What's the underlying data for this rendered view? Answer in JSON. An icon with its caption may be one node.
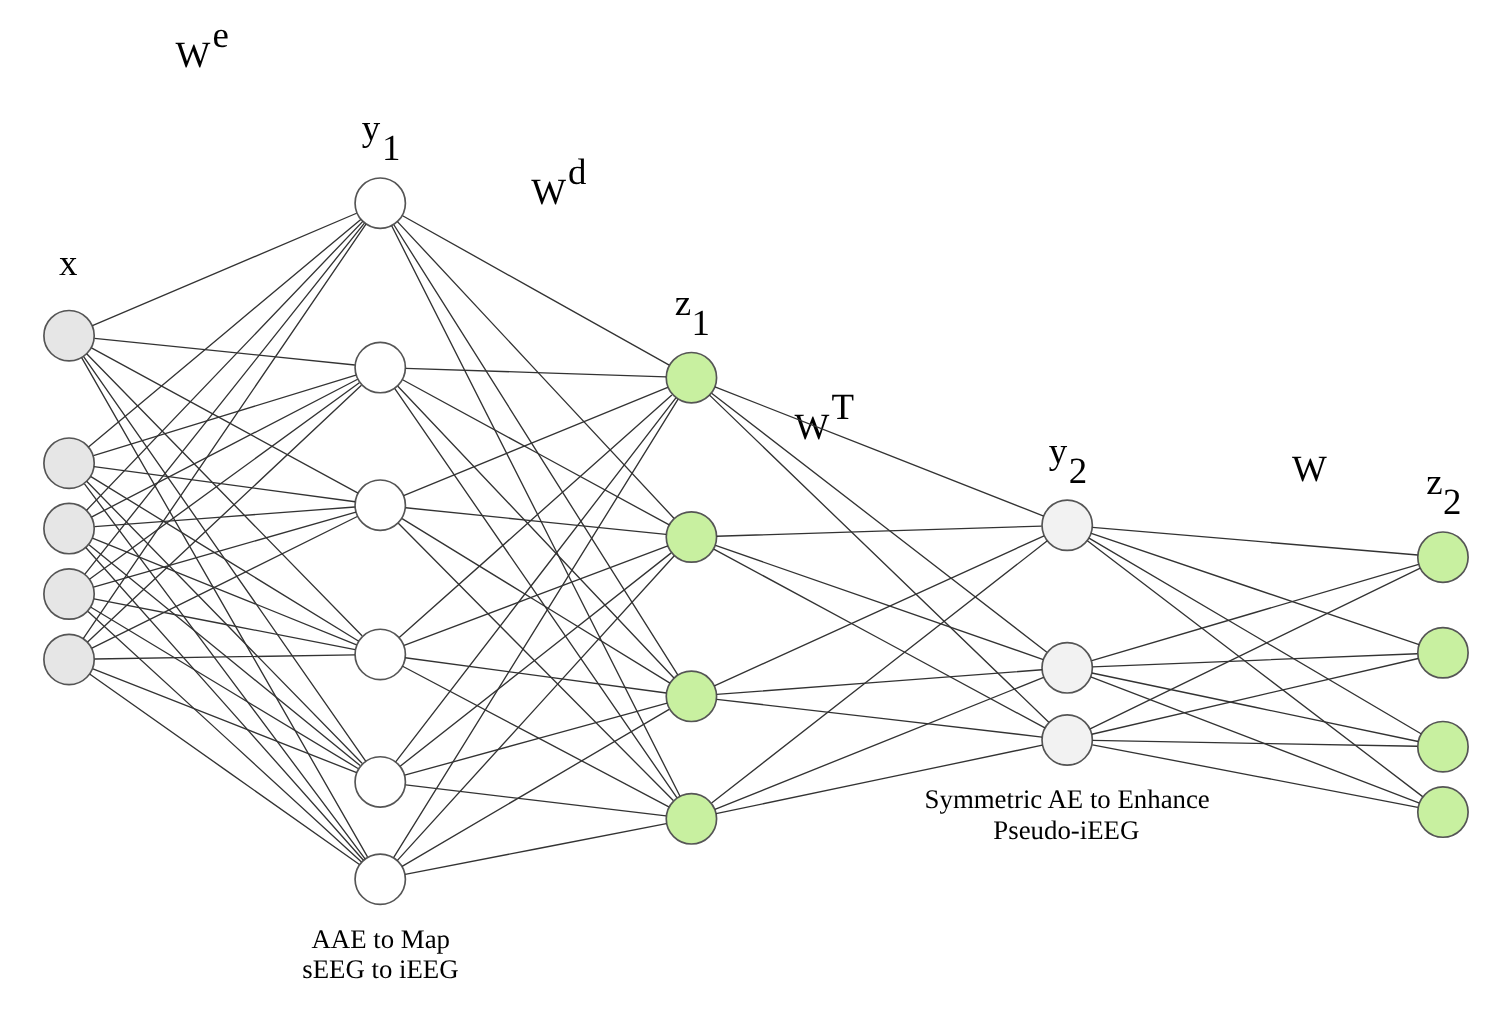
{
  "diagram": {
    "nodes": [
      {
        "text": [],
        "shape": "circle"
      },
      {
        "text": [],
        "shape": "circle"
      },
      {
        "text": [],
        "shape": "circle"
      },
      {
        "text": [],
        "shape": "circle"
      },
      {
        "text": [],
        "shape": "circle"
      },
      {
        "text": [],
        "shape": "circle"
      },
      {
        "text": [],
        "shape": "circle"
      },
      {
        "text": [],
        "shape": "circle"
      },
      {
        "text": [],
        "shape": "circle"
      },
      {
        "text": [],
        "shape": "circle"
      },
      {
        "text": [],
        "shape": "circle"
      },
      {
        "text": [],
        "shape": "circle"
      },
      {
        "text": [],
        "shape": "circle"
      },
      {
        "text": [],
        "shape": "circle"
      },
      {
        "text": [],
        "shape": "circle"
      },
      {
        "text": [],
        "shape": "circle"
      },
      {
        "text": [],
        "shape": "circle"
      },
      {
        "text": [],
        "shape": "circle"
      },
      {
        "text": [],
        "shape": "circle"
      },
      {
        "text": [],
        "shape": "circle"
      },
      {
        "text": [],
        "shape": "circle"
      },
      {
        "text": [],
        "shape": "circle"
      }
    ],
    "edges": [
      {
        "from": 0,
        "to": 5,
        "arrow": "none"
      },
      {
        "from": 0,
        "to": 6,
        "arrow": "none"
      },
      {
        "from": 0,
        "to": 7,
        "arrow": "none"
      },
      {
        "from": 0,
        "to": 8,
        "arrow": "none"
      },
      {
        "from": 0,
        "to": 9,
        "arrow": "none"
      },
      {
        "from": 0,
        "to": 10,
        "arrow": "none"
      },
      {
        "from": 1,
        "to": 5,
        "arrow": "none"
      },
      {
        "from": 1,
        "to": 6,
        "arrow": "none"
      },
      {
        "from": 1,
        "to": 7,
        "arrow": "none"
      },
      {
        "from": 1,
        "to": 8,
        "arrow": "none"
      },
      {
        "from": 1,
        "to": 9,
        "arrow": "none"
      },
      {
        "from": 1,
        "to": 10,
        "arrow": "none"
      },
      {
        "from": 2,
        "to": 5,
        "arrow": "none"
      },
      {
        "from": 2,
        "to": 6,
        "arrow": "none"
      },
      {
        "from": 2,
        "to": 7,
        "arrow": "none"
      },
      {
        "from": 2,
        "to": 8,
        "arrow": "none"
      },
      {
        "from": 2,
        "to": 9,
        "arrow": "none"
      },
      {
        "from": 2,
        "to": 10,
        "arrow": "none"
      },
      {
        "from": 3,
        "to": 5,
        "arrow": "none"
      },
      {
        "from": 3,
        "to": 6,
        "arrow": "none"
      },
      {
        "from": 3,
        "to": 7,
        "arrow": "none"
      },
      {
        "from": 3,
        "to": 8,
        "arrow": "none"
      },
      {
        "from": 3,
        "to": 9,
        "arrow": "none"
      },
      {
        "from": 3,
        "to": 10,
        "arrow": "none"
      },
      {
        "from": 4,
        "to": 5,
        "arrow": "none"
      },
      {
        "from": 4,
        "to": 6,
        "arrow": "none"
      },
      {
        "from": 4,
        "to": 7,
        "arrow": "none"
      },
      {
        "from": 4,
        "to": 8,
        "arrow": "none"
      },
      {
        "from": 4,
        "to": 9,
        "arrow": "none"
      },
      {
        "from": 4,
        "to": 10,
        "arrow": "none"
      },
      {
        "from": 5,
        "to": 11,
        "arrow": "none"
      },
      {
        "from": 5,
        "to": 12,
        "arrow": "none"
      },
      {
        "from": 5,
        "to": 13,
        "arrow": "none"
      },
      {
        "from": 5,
        "to": 14,
        "arrow": "none"
      },
      {
        "from": 6,
        "to": 11,
        "arrow": "none"
      },
      {
        "from": 6,
        "to": 12,
        "arrow": "none"
      },
      {
        "from": 6,
        "to": 13,
        "arrow": "none"
      },
      {
        "from": 6,
        "to": 14,
        "arrow": "none"
      },
      {
        "from": 7,
        "to": 11,
        "arrow": "none"
      },
      {
        "from": 7,
        "to": 12,
        "arrow": "none"
      },
      {
        "from": 7,
        "to": 13,
        "arrow": "none"
      },
      {
        "from": 7,
        "to": 14,
        "arrow": "none"
      },
      {
        "from": 8,
        "to": 11,
        "arrow": "none"
      },
      {
        "from": 8,
        "to": 12,
        "arrow": "none"
      },
      {
        "from": 8,
        "to": 13,
        "arrow": "none"
      },
      {
        "from": 8,
        "to": 14,
        "arrow": "none"
      },
      {
        "from": 9,
        "to": 11,
        "arrow": "none"
      },
      {
        "from": 9,
        "to": 12,
        "arrow": "none"
      },
      {
        "from": 9,
        "to": 13,
        "arrow": "none"
      },
      {
        "from": 9,
        "to": 14,
        "arrow": "none"
      },
      {
        "from": 10,
        "to": 11,
        "arrow": "none"
      },
      {
        "from": 10,
        "to": 12,
        "arrow": "none"
      },
      {
        "from": 10,
        "to": 13,
        "arrow": "none"
      },
      {
        "from": 10,
        "to": 14,
        "arrow": "none"
      },
      {
        "from": 11,
        "to": 15,
        "arrow": "none"
      },
      {
        "from": 11,
        "to": 16,
        "arrow": "none"
      },
      {
        "from": 11,
        "to": 17,
        "arrow": "none"
      },
      {
        "from": 12,
        "to": 15,
        "arrow": "none"
      },
      {
        "from": 12,
        "to": 16,
        "arrow": "none"
      },
      {
        "from": 12,
        "to": 17,
        "arrow": "none"
      },
      {
        "from": 13,
        "to": 15,
        "arrow": "none"
      },
      {
        "from": 13,
        "to": 16,
        "arrow": "none"
      },
      {
        "from": 13,
        "to": 17,
        "arrow": "none"
      },
      {
        "from": 14,
        "to": 15,
        "arrow": "none"
      },
      {
        "from": 14,
        "to": 16,
        "arrow": "none"
      },
      {
        "from": 14,
        "to": 17,
        "arrow": "none"
      },
      {
        "from": 15,
        "to": 18,
        "arrow": "none"
      },
      {
        "from": 15,
        "to": 19,
        "arrow": "none"
      },
      {
        "from": 15,
        "to": 20,
        "arrow": "none"
      },
      {
        "from": 15,
        "to": 21,
        "arrow": "none"
      },
      {
        "from": 16,
        "to": 18,
        "arrow": "none"
      },
      {
        "from": 16,
        "to": 19,
        "arrow": "none"
      },
      {
        "from": 16,
        "to": 20,
        "arrow": "none"
      },
      {
        "from": 16,
        "to": 21,
        "arrow": "none"
      },
      {
        "from": 17,
        "to": 18,
        "arrow": "none"
      },
      {
        "from": 17,
        "to": 19,
        "arrow": "none"
      },
      {
        "from": 17,
        "to": 20,
        "arrow": "none"
      },
      {
        "from": 17,
        "to": 21,
        "arrow": "none"
      }
    ],
    "labels": [
      "x",
      "y$_{1}$",
      "z$_{1}$",
      "y$_{2}$",
      "z$_{2}$",
      "W$^{e}$",
      "W$^{d}$",
      "W$^{T}$",
      "W",
      "AAE to Map sEEG to iEEG",
      "Symmetric AE to Enhance Pseudo-iEEG"
    ]
  }
}
